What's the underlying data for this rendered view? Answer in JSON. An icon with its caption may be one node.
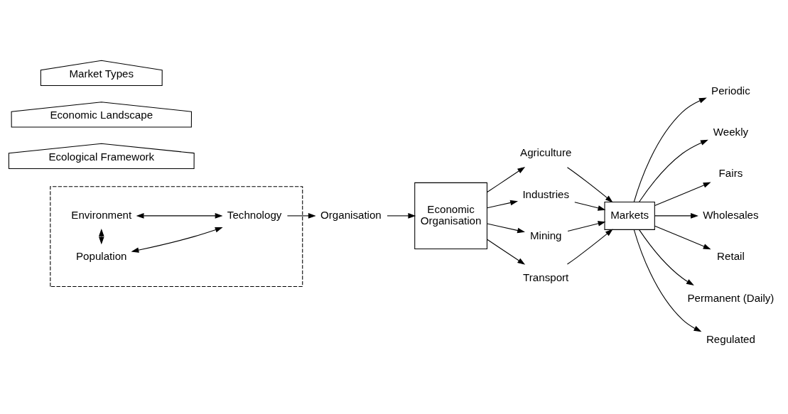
{
  "diagram": {
    "nodes": [
      {
        "text": [],
        "shape": "box"
      },
      {
        "text": [
          "Environment"
        ],
        "in": 0
      },
      {
        "text": [
          "Technology"
        ],
        "in": 0
      },
      {
        "text": [
          "Population"
        ],
        "in": 0
      },
      {
        "text": [
          "Organisation"
        ]
      },
      {
        "text": [
          "Economic",
          "Organisation"
        ]
      },
      {
        "text": [
          "Agriculture"
        ]
      },
      {
        "text": [
          "Industries"
        ]
      },
      {
        "text": [
          "Mining"
        ]
      },
      {
        "text": [
          "Transport"
        ]
      },
      {
        "text": [
          "Markets"
        ]
      },
      {
        "text": [
          "Periodic"
        ]
      },
      {
        "text": [
          "Weekly"
        ]
      },
      {
        "text": [
          "Fairs"
        ]
      },
      {
        "text": [
          "Wholesales"
        ]
      },
      {
        "text": [
          "Retail"
        ]
      },
      {
        "text": [
          "Permanent (Daily)"
        ]
      },
      {
        "text": [
          "Regulated"
        ]
      },
      {
        "text": [
          "Ecological Framework"
        ]
      },
      {
        "text": [
          "Economic Landscape"
        ]
      },
      {
        "text": [
          "Market Types"
        ]
      }
    ],
    "edges": [
      {
        "from": 1,
        "to": 3,
        "arrow": "both"
      },
      {
        "from": 1,
        "to": 2,
        "arrow": "both"
      },
      {
        "from": 2,
        "to": 3,
        "arrow": "both"
      },
      {
        "from": 2,
        "to": 4,
        "arrow": "to"
      },
      {
        "from": 4,
        "to": 5,
        "arrow": "to"
      },
      {
        "from": 5,
        "to": 6,
        "arrow": "to"
      },
      {
        "from": 5,
        "to": 7,
        "arrow": "to"
      },
      {
        "from": 5,
        "to": 8,
        "arrow": "to"
      },
      {
        "from": 5,
        "to": 9,
        "arrow": "to"
      },
      {
        "from": 6,
        "to": 10,
        "arrow": "to"
      },
      {
        "from": 7,
        "to": 10,
        "arrow": "to"
      },
      {
        "from": 8,
        "to": 10,
        "arrow": "to"
      },
      {
        "from": 9,
        "to": 10,
        "arrow": "to"
      },
      {
        "from": 10,
        "to": 11,
        "arrow": "to"
      },
      {
        "from": 10,
        "to": 12,
        "arrow": "to"
      },
      {
        "from": 10,
        "to": 13,
        "arrow": "to"
      },
      {
        "from": 10,
        "to": 14,
        "arrow": "to"
      },
      {
        "from": 10,
        "to": 15,
        "arrow": "to"
      },
      {
        "from": 10,
        "to": 16,
        "arrow": "to"
      },
      {
        "from": 10,
        "to": 17,
        "arrow": "to"
      }
    ]
  }
}
